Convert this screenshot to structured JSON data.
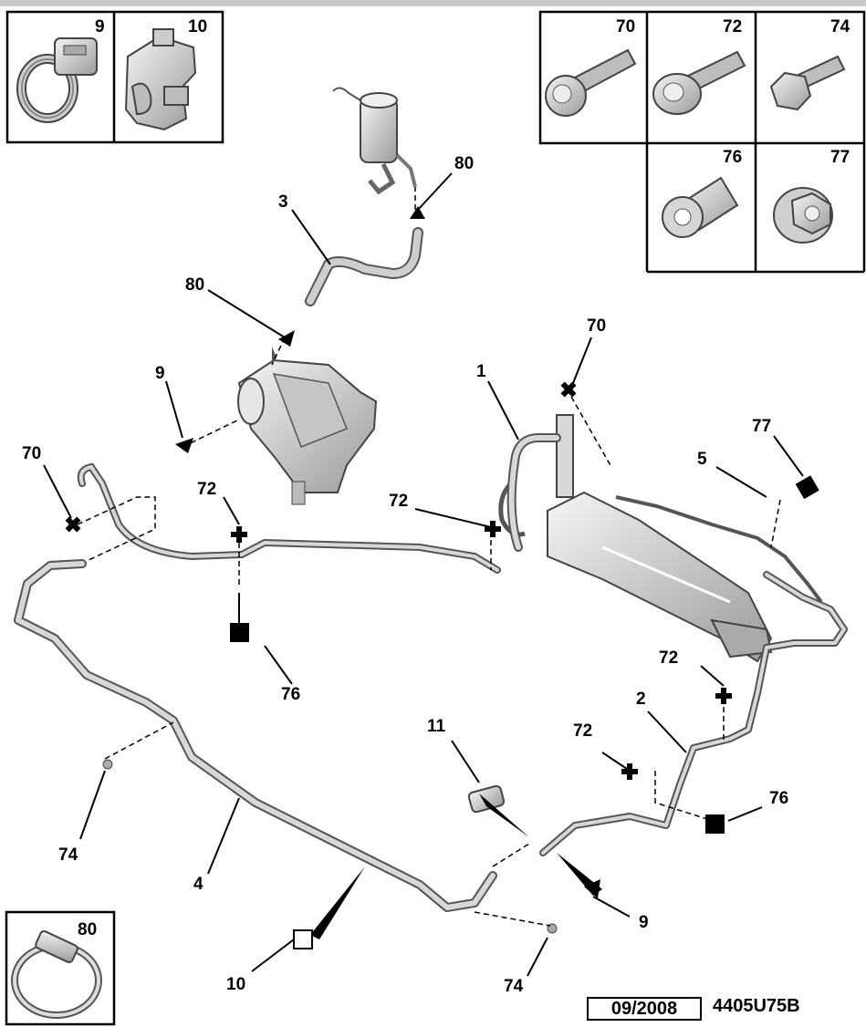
{
  "inset_boxes": {
    "top_left": [
      "9",
      "10"
    ],
    "top_right": [
      "70",
      "72",
      "74",
      "76",
      "77"
    ],
    "bottom_left": [
      "80"
    ]
  },
  "callouts": {
    "c3": "3",
    "c80a": "80",
    "c80b": "80",
    "c9a": "9",
    "c70a": "70",
    "c72a": "72",
    "c76a": "76",
    "c1": "1",
    "c70b": "70",
    "c72b": "72",
    "c77": "77",
    "c5": "5",
    "c72c": "72",
    "c2": "2",
    "c72d": "72",
    "c76b": "76",
    "c11": "11",
    "c74a": "74",
    "c4": "4",
    "c10": "10",
    "c9b": "9",
    "c74b": "74"
  },
  "footer": {
    "date": "09/2008",
    "reference": "4405U75B"
  },
  "colors": {
    "line": "#000000",
    "part_fill": "#d9d9d9",
    "part_stroke": "#555555",
    "top_bar": "#c9c9cc"
  }
}
